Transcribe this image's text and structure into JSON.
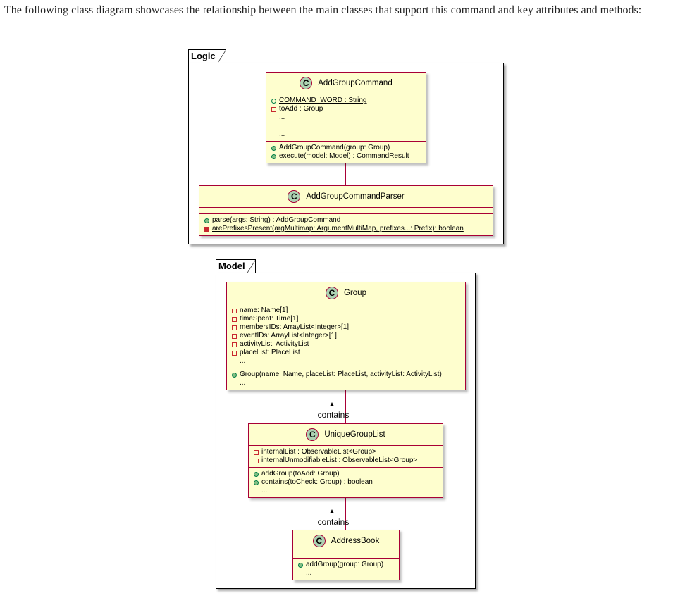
{
  "intro_text": "The following class diagram showcases the relationship between the main classes that support this command and key attributes and methods:",
  "packages": {
    "logic": {
      "name": "Logic"
    },
    "model": {
      "name": "Model"
    }
  },
  "classes": {
    "add_group_command": {
      "name": "AddGroupCommand",
      "stereo": "C",
      "attributes": [
        {
          "vis": "public-open",
          "text": "COMMAND_WORD : String",
          "underline": true
        },
        {
          "vis": "private",
          "text": "toAdd : Group"
        },
        {
          "vis": "none",
          "text": "..."
        },
        {
          "vis": "none",
          "text": ""
        },
        {
          "vis": "none",
          "text": "..."
        }
      ],
      "methods": [
        {
          "vis": "public",
          "text": "AddGroupCommand(group: Group)"
        },
        {
          "vis": "public",
          "text": "execute(model: Model) : CommandResult"
        }
      ]
    },
    "add_group_command_parser": {
      "name": "AddGroupCommandParser",
      "stereo": "C",
      "attributes": [],
      "methods": [
        {
          "vis": "public",
          "text": "parse(args: String) : AddGroupCommand"
        },
        {
          "vis": "private-fill",
          "text": "arePrefixesPresent(argMultimap: ArgumentMultiMap, prefixes...: Prefix): boolean",
          "underline": true
        }
      ]
    },
    "group": {
      "name": "Group",
      "stereo": "C",
      "attributes": [
        {
          "vis": "private",
          "text": "name: Name[1]"
        },
        {
          "vis": "private",
          "text": "timeSpent: Time[1]"
        },
        {
          "vis": "private",
          "text": "membersIDs: ArrayList<Integer>[1]"
        },
        {
          "vis": "private",
          "text": "eventIDs: ArrayList<Integer>[1]"
        },
        {
          "vis": "private",
          "text": "activityList: ActivityList"
        },
        {
          "vis": "private",
          "text": "placeList: PlaceList"
        },
        {
          "vis": "none",
          "text": "..."
        }
      ],
      "methods": [
        {
          "vis": "public",
          "text": "Group(name: Name, placeList: PlaceList, activityList: ActivityList)"
        },
        {
          "vis": "none",
          "text": "..."
        }
      ]
    },
    "unique_group_list": {
      "name": "UniqueGroupList",
      "stereo": "C",
      "attributes": [
        {
          "vis": "private",
          "text": "internalList : ObservableList<Group>"
        },
        {
          "vis": "private",
          "text": "internalUnmodifiableList : ObservableList<Group>"
        }
      ],
      "methods": [
        {
          "vis": "public",
          "text": "addGroup(toAdd: Group)"
        },
        {
          "vis": "public",
          "text": "contains(toCheck: Group) : boolean"
        },
        {
          "vis": "none",
          "text": "..."
        }
      ]
    },
    "address_book": {
      "name": "AddressBook",
      "stereo": "C",
      "attributes": [],
      "methods": [
        {
          "vis": "public",
          "text": "addGroup(group: Group)"
        },
        {
          "vis": "none",
          "text": "..."
        }
      ]
    }
  },
  "associations": {
    "group_list": {
      "label": "contains"
    },
    "list_book": {
      "label": "contains"
    }
  }
}
